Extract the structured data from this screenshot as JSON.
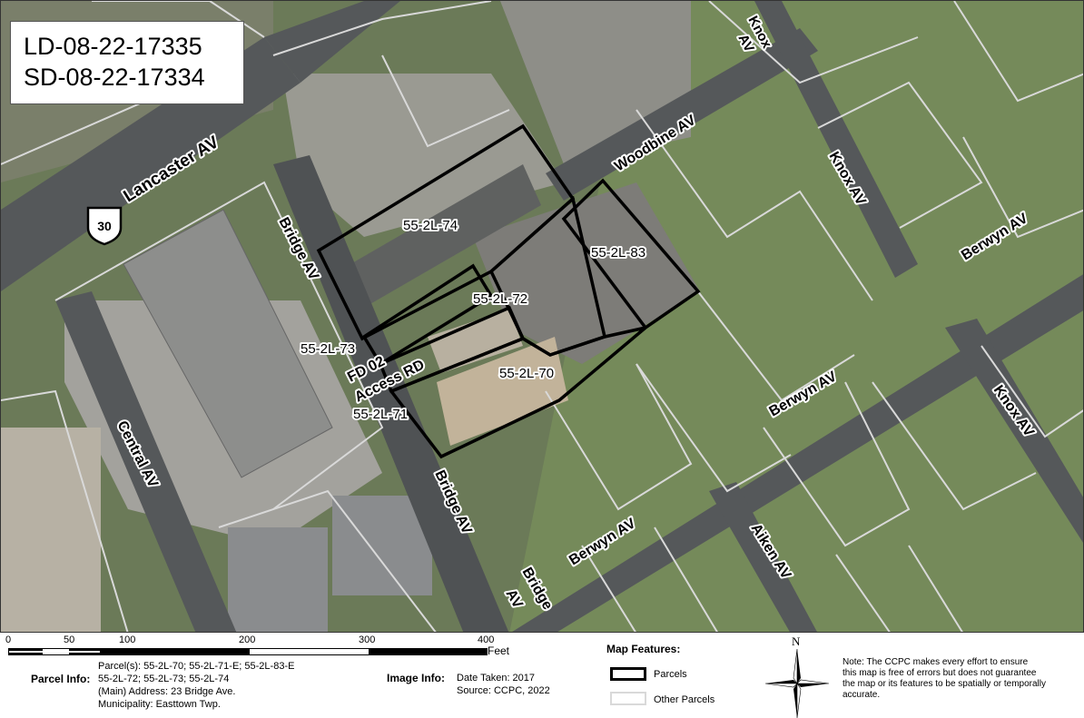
{
  "title": {
    "line1": "LD-08-22-17335",
    "line2": "SD-08-22-17334"
  },
  "streets": {
    "lancaster": "Lancaster AV",
    "route": "30",
    "bridge_north": "Bridge AV",
    "bridge_mid": "Bridge AV",
    "bridge_south_1": "Bridge",
    "bridge_south_2": "AV",
    "woodbine": "Woodbine AV",
    "knox_top_1": "Knox",
    "knox_top_2": "AV",
    "knox_mid": "Knox AV",
    "knox_right": "Knox AV",
    "berwyn_right": "Berwyn AV",
    "berwyn_mid": "Berwyn AV",
    "berwyn_lower": "Berwyn AV",
    "central": "Central AV",
    "aiken": "Aiken AV",
    "access_1": "FD 02",
    "access_2": "Access RD"
  },
  "parcels": {
    "p74": "55-2L-74",
    "p83": "55-2L-83",
    "p72": "55-2L-72",
    "p73": "55-2L-73",
    "p70": "55-2L-70",
    "p71": "55-2L-71"
  },
  "scale": {
    "ticks": [
      "0",
      "50",
      "100",
      "200",
      "300",
      "400"
    ],
    "unit": "Feet"
  },
  "parcel_info": {
    "label": "Parcel Info:",
    "line1": "Parcel(s): 55-2L-70; 55-2L-71-E; 55-2L-83-E",
    "line2": "55-2L-72; 55-2L-73; 55-2L-74",
    "line3": "(Main) Address: 23 Bridge Ave.",
    "line4": "Municipality: Easttown Twp."
  },
  "image_info": {
    "label": "Image Info:",
    "line1": "Date Taken: 2017",
    "line2": "Source: CCPC, 2022"
  },
  "map_features": {
    "title": "Map Features:",
    "parcels": "Parcels",
    "other": "Other Parcels"
  },
  "north": "N",
  "note": {
    "line1": "Note: The CCPC makes every effort to ensure",
    "line2": "this map is free of errors but does not guarantee",
    "line3": "the map or its features to be spatially or temporally",
    "line4": "accurate."
  },
  "colors": {
    "parcel_outline": "#000000",
    "other_parcels": "#d9d9d9",
    "imagery_base": "#6f7b5f"
  }
}
